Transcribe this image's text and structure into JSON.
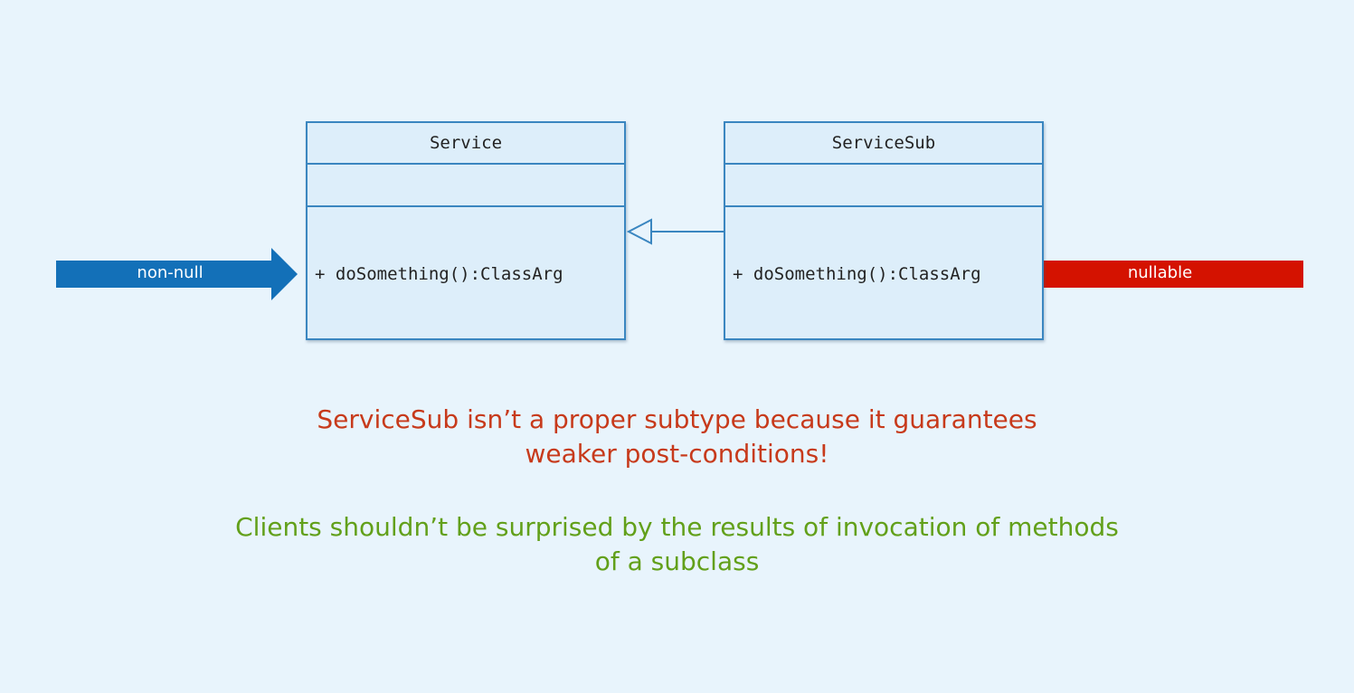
{
  "classes": {
    "service": {
      "name": "Service",
      "method": "+ doSomething():ClassArg"
    },
    "service_sub": {
      "name": "ServiceSub",
      "method": "+ doSomething():ClassArg"
    }
  },
  "arrows": {
    "left": {
      "label": "non-null",
      "color": "#1370b8"
    },
    "right": {
      "label": "nullable",
      "color": "#d41200"
    }
  },
  "captions": {
    "warning": {
      "line1": "ServiceSub isn’t a proper subtype because it guarantees",
      "line2": "weaker post-conditions!",
      "color": "#c73a1b"
    },
    "hint": {
      "line1": "Clients shouldn’t be surprised by the results of invocation of methods",
      "line2": "of a subclass",
      "color": "#62a01a"
    }
  },
  "colors": {
    "background": "#e8f4fc",
    "class_fill": "#ddeefa",
    "class_border": "#3a86c0"
  }
}
